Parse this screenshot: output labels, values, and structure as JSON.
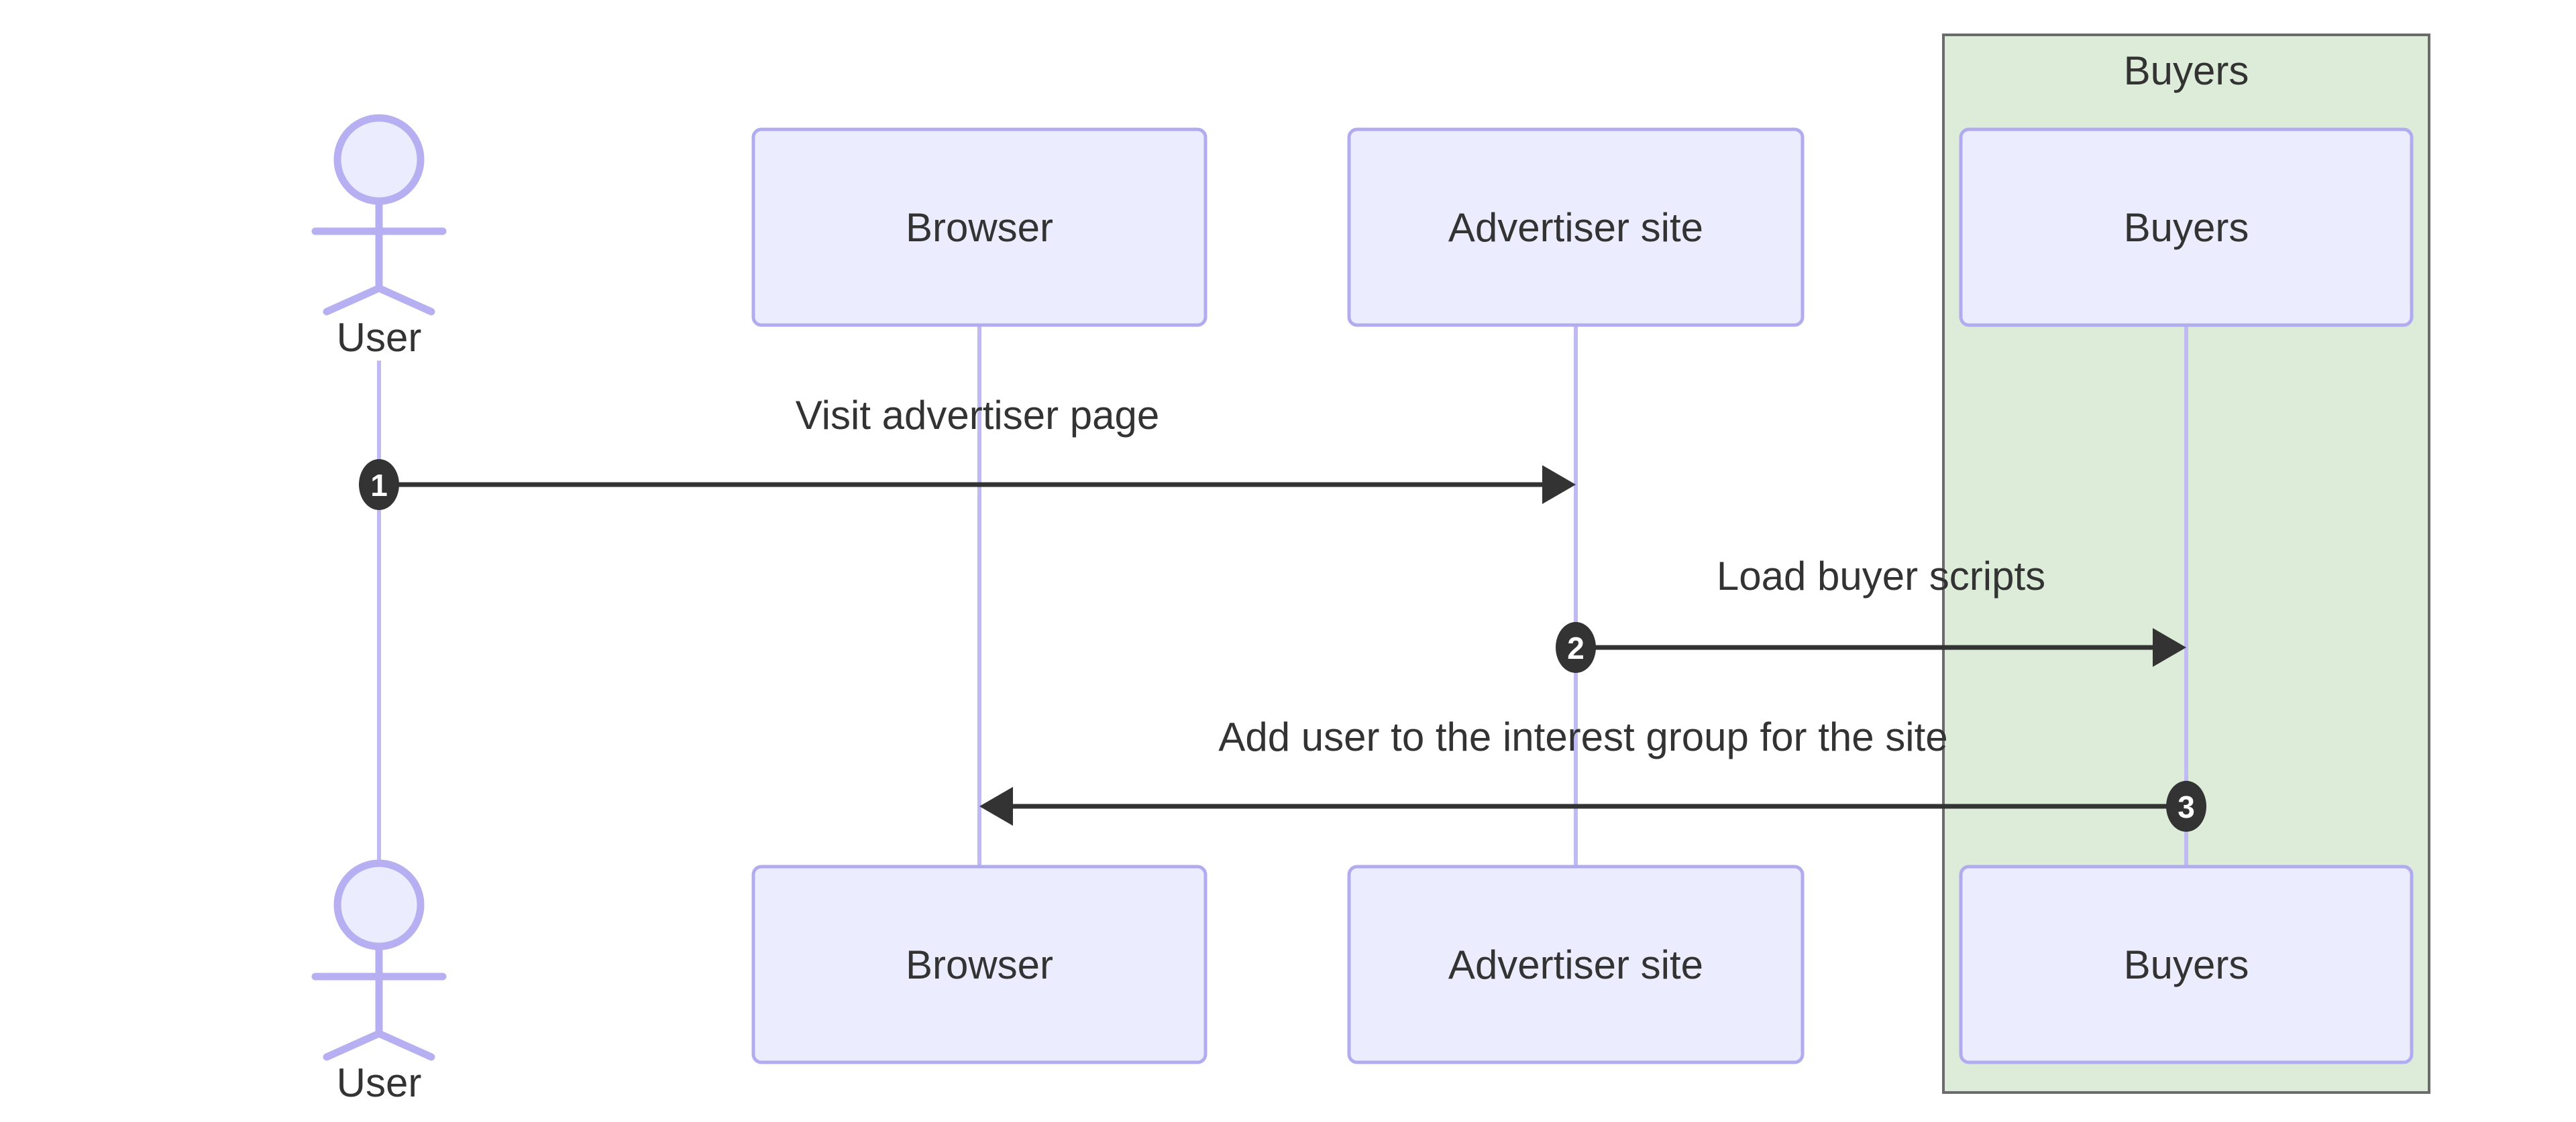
{
  "diagram": {
    "type": "sequence-diagram",
    "actor": {
      "label": "User"
    },
    "participants": [
      {
        "id": "browser",
        "label": "Browser"
      },
      {
        "id": "advertiser",
        "label": "Advertiser site"
      },
      {
        "id": "buyers",
        "label": "Buyers"
      }
    ],
    "group": {
      "label": "Buyers"
    },
    "messages": [
      {
        "seq": "1",
        "text": "Visit advertiser page",
        "from": "User",
        "to": "Advertiser site",
        "direction": "right"
      },
      {
        "seq": "2",
        "text": "Load buyer scripts",
        "from": "Advertiser site",
        "to": "Buyers",
        "direction": "right"
      },
      {
        "seq": "3",
        "text": "Add user to the interest group for the site",
        "from": "Buyers",
        "to": "Browser",
        "direction": "left"
      }
    ],
    "colors": {
      "background": "#ffffff",
      "participant_fill": "#ECECFF",
      "participant_border": "#b1abef",
      "lifeline": "#bfb9f4",
      "actor_stroke": "#b6b0f2",
      "group_fill": "#dcecd9",
      "group_border": "#6b6b6b",
      "message_line": "#333333",
      "text": "#333333",
      "seq_badge_fill": "#333333",
      "seq_badge_text": "#ffffff"
    }
  }
}
